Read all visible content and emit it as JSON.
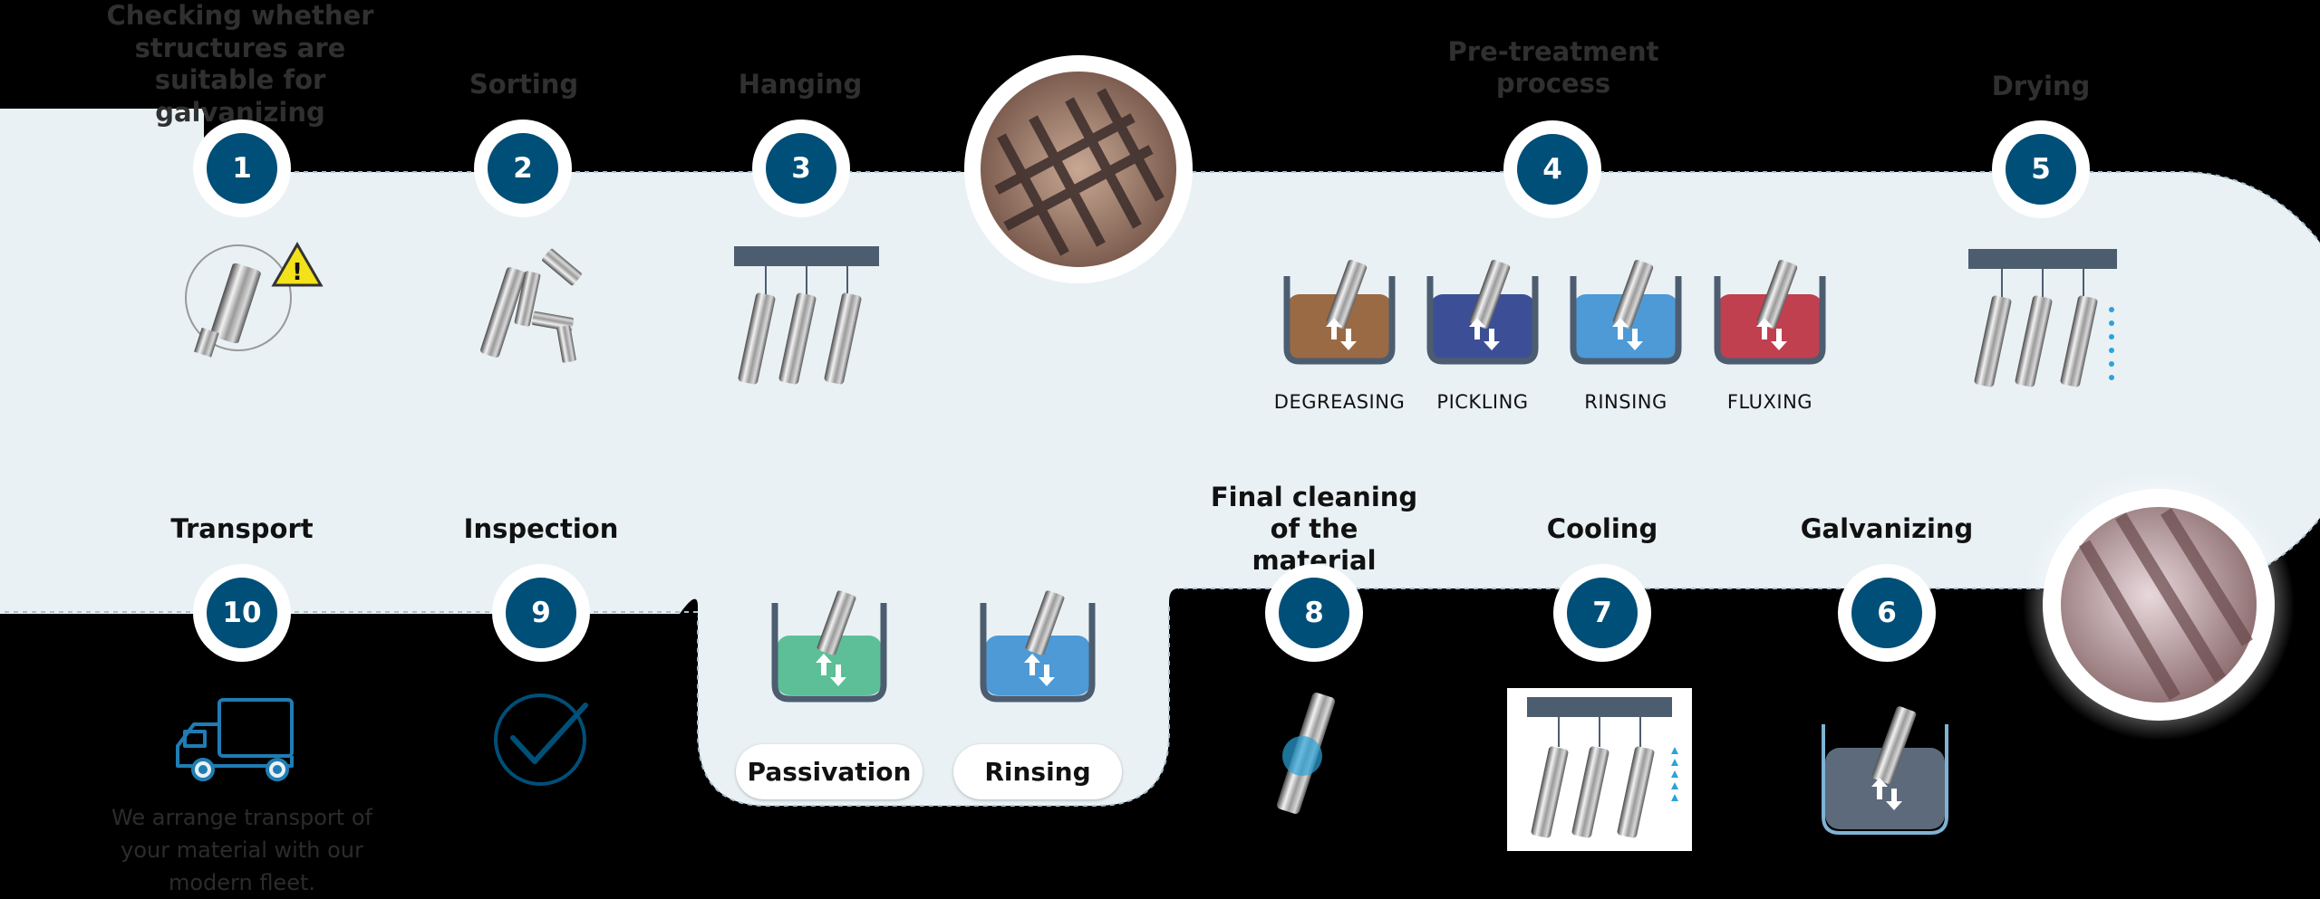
{
  "colors": {
    "background": "#000000",
    "band": "#e9f1f5",
    "badge": "#004f78",
    "degreasing": "#9a6a45",
    "pickling": "#3c4f96",
    "rinsing": "#4d9ad6",
    "fluxing": "#c0404f",
    "passivation": "#5cbf97",
    "zinc": "#5c6a7c"
  },
  "steps": [
    {
      "num": "1",
      "title": "Checking whether structures are suitable for galvanizing",
      "icon": "warning-inspection-icon"
    },
    {
      "num": "2",
      "title": "Sorting",
      "icon": "sorting-pipes-icon"
    },
    {
      "num": "3",
      "title": "Hanging",
      "icon": "hanging-pipes-icon"
    },
    {
      "num": "4",
      "title": "Pre-treatment process",
      "icon": "tanks-icon"
    },
    {
      "num": "5",
      "title": "Drying",
      "icon": "drying-pipes-icon"
    },
    {
      "num": "6",
      "title": "Galvanizing",
      "icon": "zinc-bath-icon"
    },
    {
      "num": "7",
      "title": "Cooling",
      "icon": "cooling-pipes-icon"
    },
    {
      "num": "8",
      "title": "Final cleaning of the material",
      "icon": "cleaning-pipe-icon"
    },
    {
      "num": "9",
      "title": "Inspection",
      "icon": "checkmark-icon"
    },
    {
      "num": "10",
      "title": "Transport",
      "icon": "truck-icon"
    }
  ],
  "pretreatment_tanks": [
    "DEGREASING",
    "PICKLING",
    "RINSING",
    "FLUXING"
  ],
  "post_tanks": [
    "Passivation",
    "Rinsing"
  ],
  "transport_note": "We arrange transport of your material with our modern fleet."
}
